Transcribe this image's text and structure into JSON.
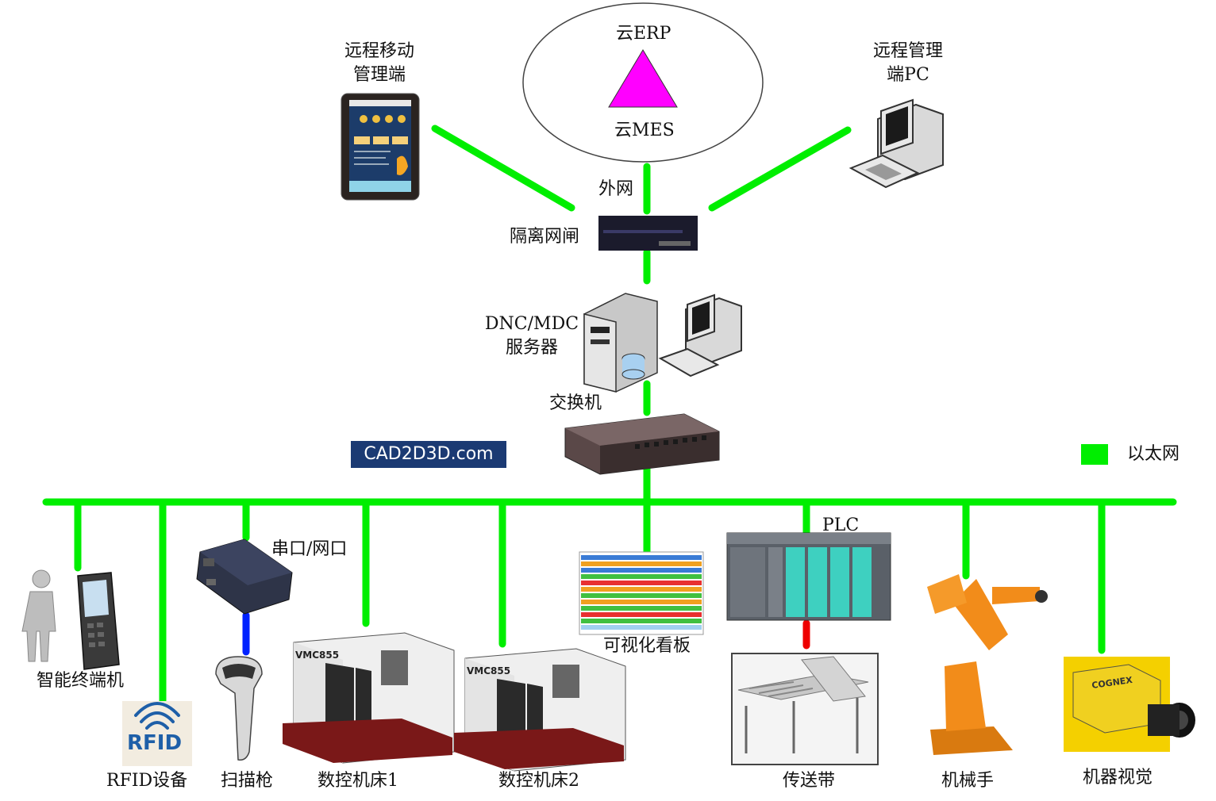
{
  "colors": {
    "ethernet": "#00ee00",
    "serial": "#0022ff",
    "plc_link": "#ee0000",
    "cloud_triangle": "#ff00ff"
  },
  "cloud": {
    "erp": "云ERP",
    "mes": "云MES"
  },
  "nodes": {
    "mobile": "远程移动\n管理端",
    "remote_pc": "远程管理\n端PC",
    "external_net": "外网",
    "gateway": "隔离网闸",
    "server": "DNC/MDC\n服务器",
    "switch": "交换机",
    "watermark": "CAD2D3D.com",
    "legend": "以太网",
    "terminal": "智能终端机",
    "rfid": "RFID设备",
    "rfid_logo": "RFID",
    "serial_port": "串口/网口",
    "scanner": "扫描枪",
    "cnc1": "数控机床1",
    "cnc2": "数控机床2",
    "cnc_model": "VMC855",
    "kanban": "可视化看板",
    "plc": "PLC",
    "conveyor": "传送带",
    "robot": "机械手",
    "vision": "机器视觉",
    "vision_brand": "COGNEX"
  },
  "icons": [
    "tablet-icon",
    "desktop-pc-icon",
    "server-icon",
    "network-gateway-icon",
    "network-switch-icon",
    "handheld-terminal-icon",
    "person-icon",
    "rfid-icon",
    "serial-converter-icon",
    "barcode-scanner-icon",
    "cnc-machine-icon",
    "kanban-board-icon",
    "plc-icon",
    "conveyor-icon",
    "robot-arm-icon",
    "camera-icon"
  ]
}
